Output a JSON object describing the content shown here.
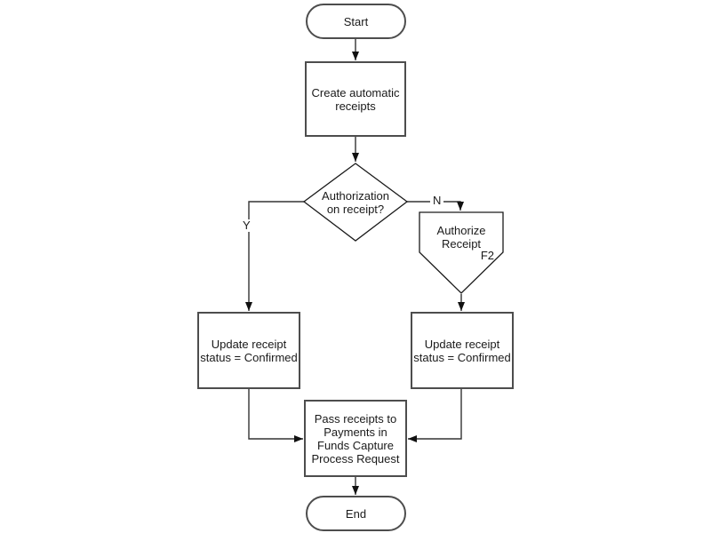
{
  "diagram": {
    "type": "flowchart",
    "colors": {
      "background": "#ffffff",
      "process_border": "#4d4d4d",
      "shape_stroke": "#1a1a1a",
      "arrow_fill": "#111111",
      "text": "#1a1a1a"
    },
    "nodes": {
      "start": {
        "label": "Start",
        "shape": "terminator"
      },
      "create_receipts": {
        "shape": "process",
        "lines": [
          "Create automatic",
          "receipts"
        ]
      },
      "authorization_decision": {
        "shape": "decision",
        "lines": [
          "Authorization",
          "on receipt?"
        ]
      },
      "authorize_receipt": {
        "shape": "offpage-connector",
        "lines": [
          "Authorize",
          "Receipt"
        ],
        "function_key": "F2"
      },
      "update_receipt_left": {
        "shape": "process",
        "lines": [
          "Update receipt",
          "status = Confirmed"
        ]
      },
      "update_receipt_right": {
        "shape": "process",
        "lines": [
          "Update receipt",
          "status = Confirmed"
        ]
      },
      "pass_receipts": {
        "shape": "process",
        "lines": [
          "Pass receipts to",
          "Payments in",
          "Funds Capture",
          "Process Request"
        ]
      },
      "end": {
        "label": "End",
        "shape": "terminator"
      }
    },
    "edges": {
      "yes_label": "Y",
      "no_label": "N"
    }
  }
}
